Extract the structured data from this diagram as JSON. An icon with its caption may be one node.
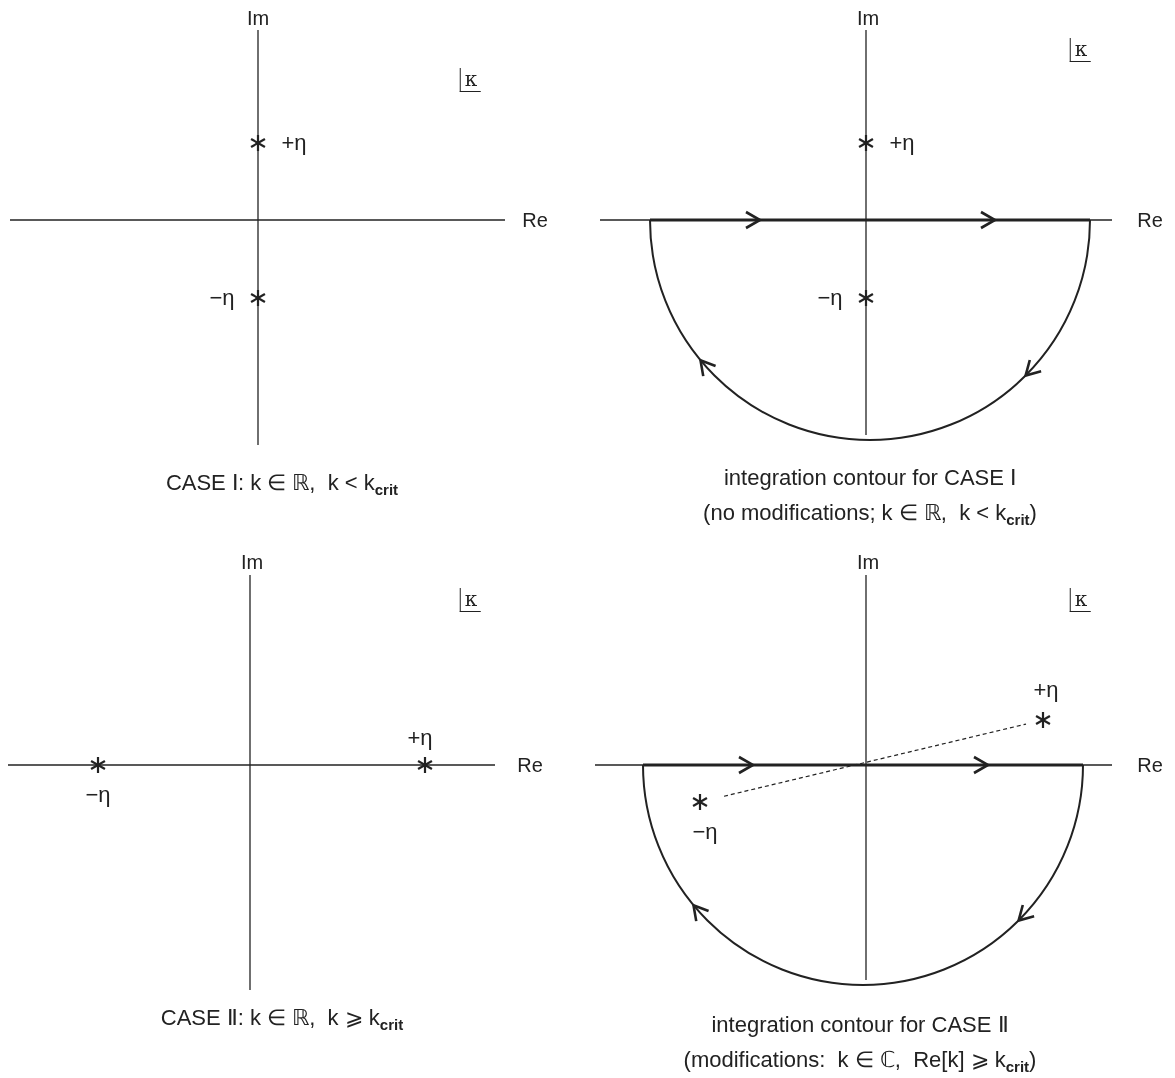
{
  "diagram": {
    "nodes": [
      {
        "text": [
          "−η"
        ]
      },
      {
        "text": [
          "+η"
        ]
      }
    ],
    "edges": [
      {
        "from": 0,
        "to": 1,
        "arrow": "none",
        "style": "dashed"
      }
    ],
    "labels": [
      "Im",
      "κ",
      "+η",
      "Re",
      "−η",
      "CASE Ⅰ: k ∈ ℝ,  k < k$_{crit}$",
      "Im",
      "κ",
      "+η",
      "Re",
      "−η",
      "integration contour for CASE Ⅰ",
      "(no modifications; k ∈ ℝ,  k < k$_{crit}$)",
      "Im",
      "κ",
      "+η",
      "Re",
      "−η",
      "CASE Ⅱ: k ∈ ℝ,  k ⩾ k$_{crit}$",
      "Im",
      "κ",
      "Re",
      "integration contour for CASE Ⅱ",
      "(modifications:  k ∈ ℂ,  Re[k] ⩾ k$_{crit}$)"
    ]
  }
}
